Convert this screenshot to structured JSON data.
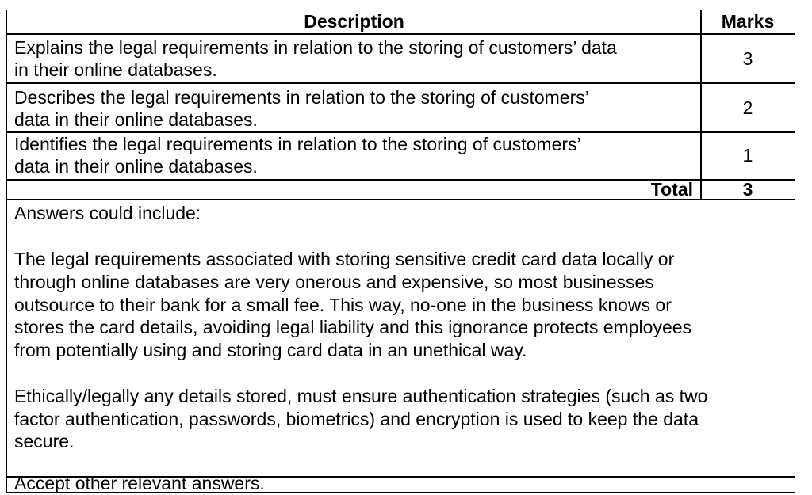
{
  "table": {
    "headers": {
      "description": "Description",
      "marks": "Marks"
    },
    "rows": [
      {
        "lines": [
          "Explains the legal requirements in relation to the storing of customers’ data",
          "in their online databases."
        ],
        "marks": "3"
      },
      {
        "lines": [
          "Describes the legal requirements in relation to the storing of customers’",
          "data in their online databases."
        ],
        "marks": "2"
      },
      {
        "lines": [
          "Identifies the legal requirements in relation to the storing of customers’",
          "data in their online databases."
        ],
        "marks": "1"
      }
    ],
    "total": {
      "label": "Total",
      "value": "3"
    }
  },
  "answers": {
    "intro": "Answers could include:",
    "paragraph1": [
      "The legal requirements associated with storing sensitive credit card data locally or",
      "through online databases are very onerous and expensive, so most businesses",
      "outsource to their bank for a small fee. This way, no-one in the business knows or",
      "stores the card details, avoiding legal liability and this ignorance protects employees",
      "from potentially using and storing card data in an unethical way."
    ],
    "paragraph2": [
      "Ethically/legally any details stored, must ensure authentication strategies (such as two",
      "factor authentication, passwords, biometrics) and encryption is used to keep the data",
      "secure."
    ],
    "footer": "Accept other relevant answers."
  }
}
